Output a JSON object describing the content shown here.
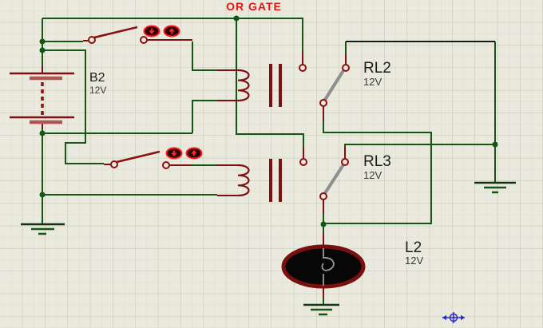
{
  "title": "OR GATE",
  "components": {
    "b2": {
      "ref": "B2",
      "value": "12V"
    },
    "rl2": {
      "ref": "RL2",
      "value": "12V"
    },
    "rl3": {
      "ref": "RL3",
      "value": "12V"
    },
    "l2": {
      "ref": "L2",
      "value": "12V"
    }
  },
  "switch_actuators": {
    "icons": [
      "arrow-down-icon",
      "arrow-up-icon"
    ]
  },
  "colors": {
    "background": "#e9e9dd",
    "grid_minor": "#dcdccd",
    "grid_major": "#c9c9b8",
    "wire_green": "#155515",
    "wire_black": "#151a15",
    "component_red": "#7d1010",
    "bright_red": "#ff2020",
    "lever_gray": "#8f8f8f",
    "label_text": "#1b1b1b",
    "value_text": "#3a3a3a",
    "title": "#e01515",
    "origin_marker": "#2a2acc"
  }
}
